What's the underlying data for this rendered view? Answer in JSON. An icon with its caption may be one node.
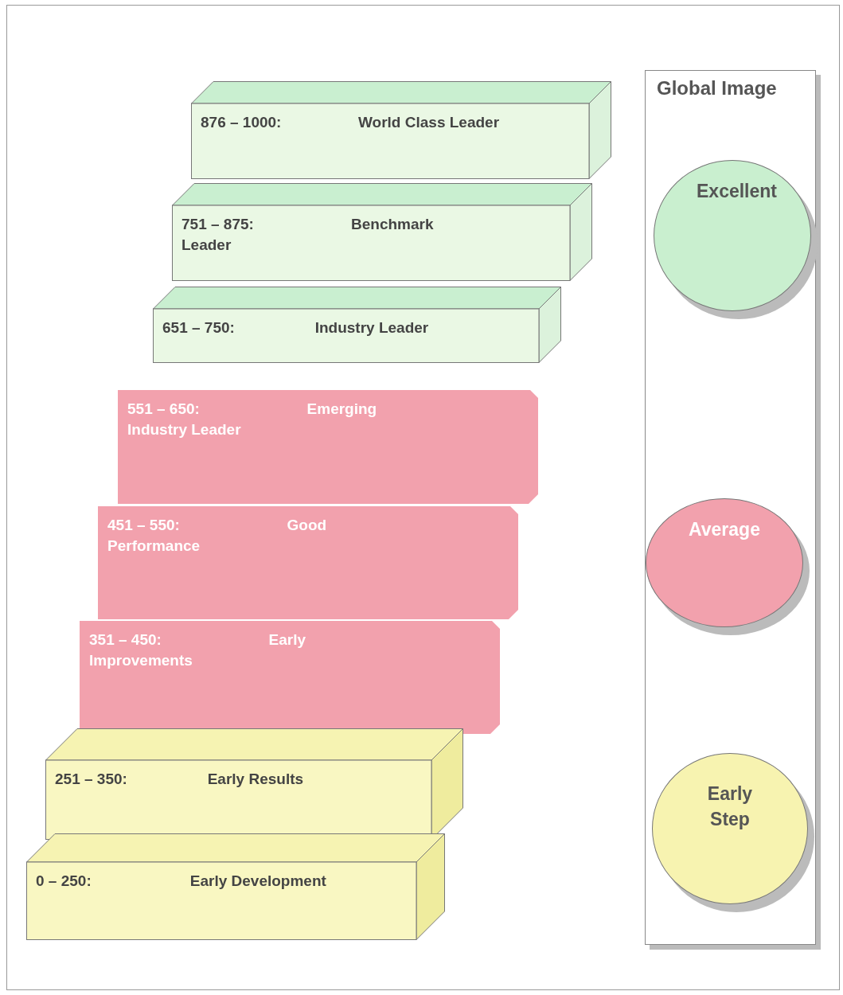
{
  "diagram": {
    "nodes": [
      {
        "text": [
          "876 – 1000:",
          "World Class Leader"
        ]
      },
      {
        "text": [
          "751 – 875:",
          "Benchmark",
          "Leader"
        ]
      },
      {
        "text": [
          "651 – 750:",
          "Industry Leader"
        ]
      },
      {
        "text": [
          "551 – 650:",
          "Emerging",
          "Industry Leader"
        ]
      },
      {
        "text": [
          "451 – 550:",
          "Good",
          "Performance"
        ]
      },
      {
        "text": [
          "351 – 450:",
          "Early",
          "Improvements"
        ]
      },
      {
        "text": [
          "251 – 350:",
          "Early Results"
        ]
      },
      {
        "text": [
          "0 – 250:",
          "Early Development"
        ]
      },
      {
        "text": [
          "Global Image"
        ]
      },
      {
        "text": [
          "Excellent"
        ],
        "in": 8
      },
      {
        "text": [
          "Average"
        ],
        "in": 8
      },
      {
        "text": [
          "Early Step"
        ],
        "in": 8
      }
    ],
    "edges": []
  }
}
